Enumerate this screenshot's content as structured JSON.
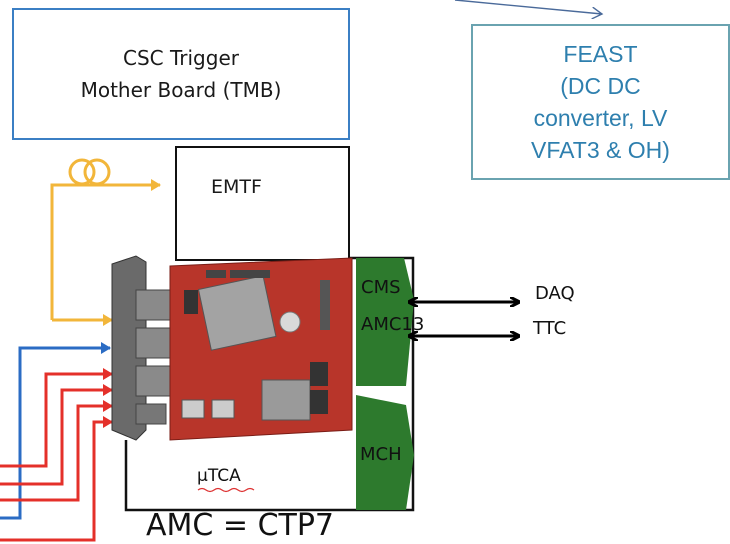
{
  "tmb": {
    "line1": "CSC Trigger",
    "line2": "Mother Board (TMB)"
  },
  "feast": {
    "line1": "FEAST",
    "line2": "(DC DC",
    "line3": "converter, LV",
    "line4": "VFAT3 & OH)"
  },
  "emtf": {
    "label": "EMTF"
  },
  "amc13": {
    "line1": "CMS",
    "line2": "AMC13"
  },
  "mch": {
    "label": "MCH"
  },
  "links": {
    "daq": "DAQ",
    "ttc": "TTC"
  },
  "crate": {
    "label": "µTCA"
  },
  "board": {
    "caption": "AMC = CTP7"
  },
  "colors": {
    "fiber": "#f2b63a",
    "blue_link": "#2b6cc4",
    "red_link": "#e4302a",
    "module_green": "#2d7a2d",
    "feast_text": "#2e7fae"
  }
}
